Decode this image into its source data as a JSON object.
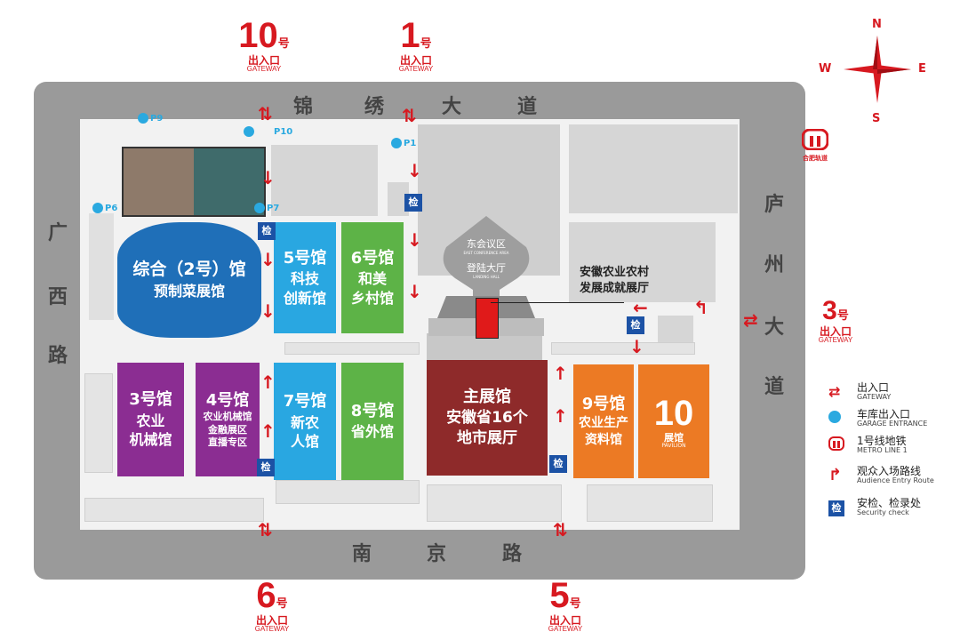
{
  "roads": {
    "north": [
      "锦",
      "绣",
      "大",
      "道"
    ],
    "south": [
      "南",
      "京",
      "路"
    ],
    "west": [
      "广",
      "西",
      "路"
    ],
    "east": [
      "庐",
      "州",
      "大",
      "道"
    ]
  },
  "gateways": [
    {
      "num": "10",
      "suffix": "号",
      "cn": "出入口",
      "en": "GATEWAY"
    },
    {
      "num": "1",
      "suffix": "号",
      "cn": "出入口",
      "en": "GATEWAY"
    },
    {
      "num": "3",
      "suffix": "号",
      "cn": "出入口",
      "en": "GATEWAY"
    },
    {
      "num": "6",
      "suffix": "号",
      "cn": "出入口",
      "en": "GATEWAY"
    },
    {
      "num": "5",
      "suffix": "号",
      "cn": "出入口",
      "en": "GATEWAY"
    }
  ],
  "compass": {
    "n": "N",
    "s": "S",
    "w": "W",
    "e": "E"
  },
  "halls": {
    "comprehensive": {
      "line1": "综合（2号）馆",
      "line2": "预制菜展馆",
      "color": "#1f6fb8"
    },
    "h5": {
      "line1": "5号馆",
      "line2": "科技",
      "line3": "创新馆",
      "color": "#29a7e1"
    },
    "h6": {
      "line1": "6号馆",
      "line2": "和美",
      "line3": "乡村馆",
      "color": "#5db347"
    },
    "h3": {
      "line1": "3号馆",
      "line2": "农业",
      "line3": "机械馆",
      "color": "#8b2d92"
    },
    "h4": {
      "line1": "4号馆",
      "line2": "农业机械馆",
      "line3": "金融展区",
      "line4": "直播专区",
      "color": "#8b2d92"
    },
    "h7": {
      "line1": "7号馆",
      "line2": "新农",
      "line3": "人馆",
      "color": "#29a7e1"
    },
    "h8": {
      "line1": "8号馆",
      "line2": "省外馆",
      "color": "#5db347"
    },
    "main": {
      "line1": "主展馆",
      "line2": "安徽省16个",
      "line3": "地市展厅",
      "color": "#8e2a2a"
    },
    "h9": {
      "line1": "9号馆",
      "line2": "农业生产",
      "line3": "资料馆",
      "color": "#ec7a24"
    },
    "h10": {
      "num": "10",
      "cn": "展馆",
      "en": "PAVILION",
      "color": "#ec7a24"
    }
  },
  "conference": {
    "cn": "东会议区",
    "en": "EAST CONFERENCE AREA",
    "hall": "登陆大厅",
    "hall_en": "LANDING HALL"
  },
  "ag_hall": {
    "line1": "安徽农业农村",
    "line2": "发展成就展厅"
  },
  "garages": [
    "P9",
    "P10",
    "P1",
    "P6",
    "P7"
  ],
  "check_label": "检",
  "metro_text": "合肥轨道",
  "legend": [
    {
      "cn": "出入口",
      "en": "GATEWAY",
      "icon": "gateway-arrows-icon"
    },
    {
      "cn": "车库出入口",
      "en": "GARAGE ENTRANCE",
      "icon": "garage-icon"
    },
    {
      "cn": "1号线地铁",
      "en": "METRO LINE 1",
      "icon": "metro-icon"
    },
    {
      "cn": "观众入场路线",
      "en": "Audience Entry Route",
      "icon": "entry-route-icon"
    },
    {
      "cn": "安检、检录处",
      "en": "Security check",
      "icon": "security-check-icon"
    }
  ],
  "colors": {
    "accent": "#d71920",
    "check": "#1c52a5",
    "road": "#9a9a9a",
    "ground": "#d6d6d6"
  }
}
